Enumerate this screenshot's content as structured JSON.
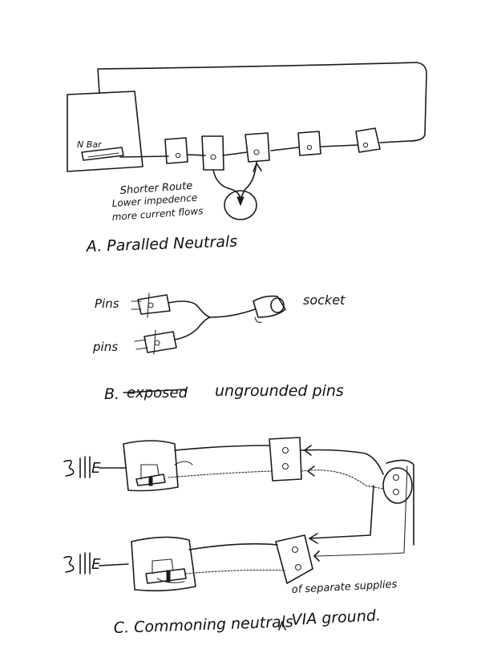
{
  "section_a": {
    "bar_label": "N Bar",
    "note_line1": "Shorter Route",
    "note_line2": "Lower impedence",
    "note_line3": "more current flows",
    "caption": "A.  Paralled Neutrals"
  },
  "section_b": {
    "pins_top": "Pins",
    "pins_bottom": "pins",
    "socket": "socket",
    "caption_prefix": "B.",
    "caption_struck": "exposed",
    "caption_rest": "ungrounded  pins"
  },
  "section_c": {
    "earth_top": "E",
    "earth_bottom": "E",
    "insert_note": "of separate supplies",
    "caption": "C.  Commoning neutrals",
    "caption_end": "VIA ground."
  }
}
